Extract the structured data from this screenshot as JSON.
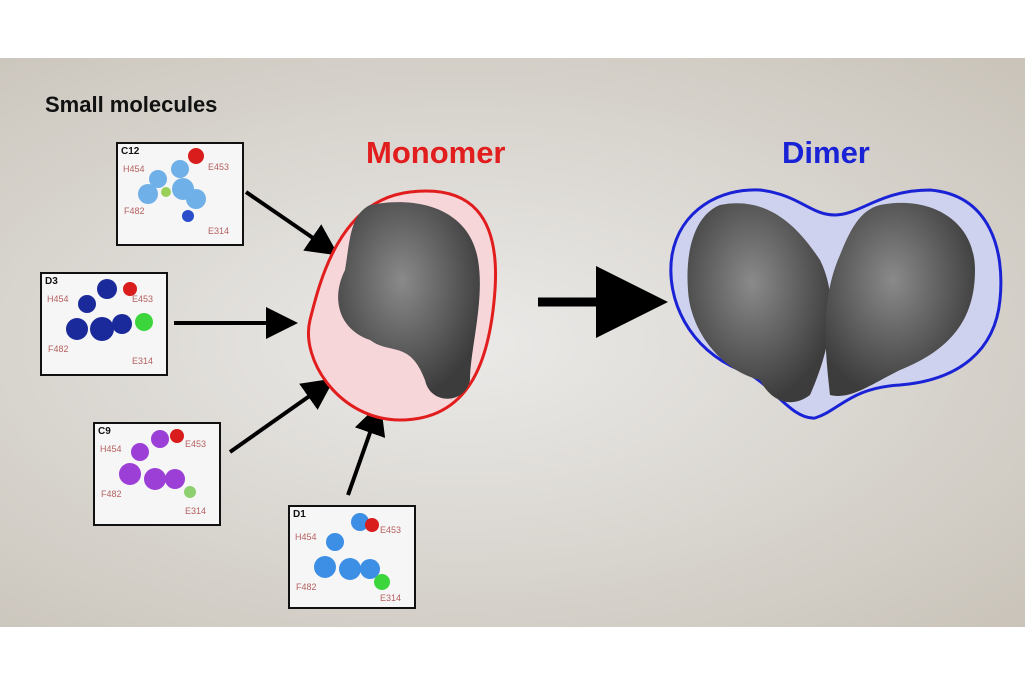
{
  "heading": "Small molecules",
  "monomer_label": "Monomer",
  "dimer_label": "Dimer",
  "colors": {
    "monomer": "#e11d1d",
    "dimer": "#1a22d6"
  },
  "molecules": [
    {
      "code": "C12",
      "residues": [
        "H454",
        "E453",
        "F482",
        "E314"
      ],
      "color": "#6fb0e8"
    },
    {
      "code": "D3",
      "residues": [
        "H454",
        "E453",
        "F482",
        "E314"
      ],
      "color": "#1b2a9a"
    },
    {
      "code": "C9",
      "residues": [
        "H454",
        "E453",
        "F482",
        "E314"
      ],
      "color": "#9b3fd6"
    },
    {
      "code": "D1",
      "residues": [
        "H454",
        "E453",
        "F482",
        "E314"
      ],
      "color": "#3d8fe6"
    }
  ]
}
